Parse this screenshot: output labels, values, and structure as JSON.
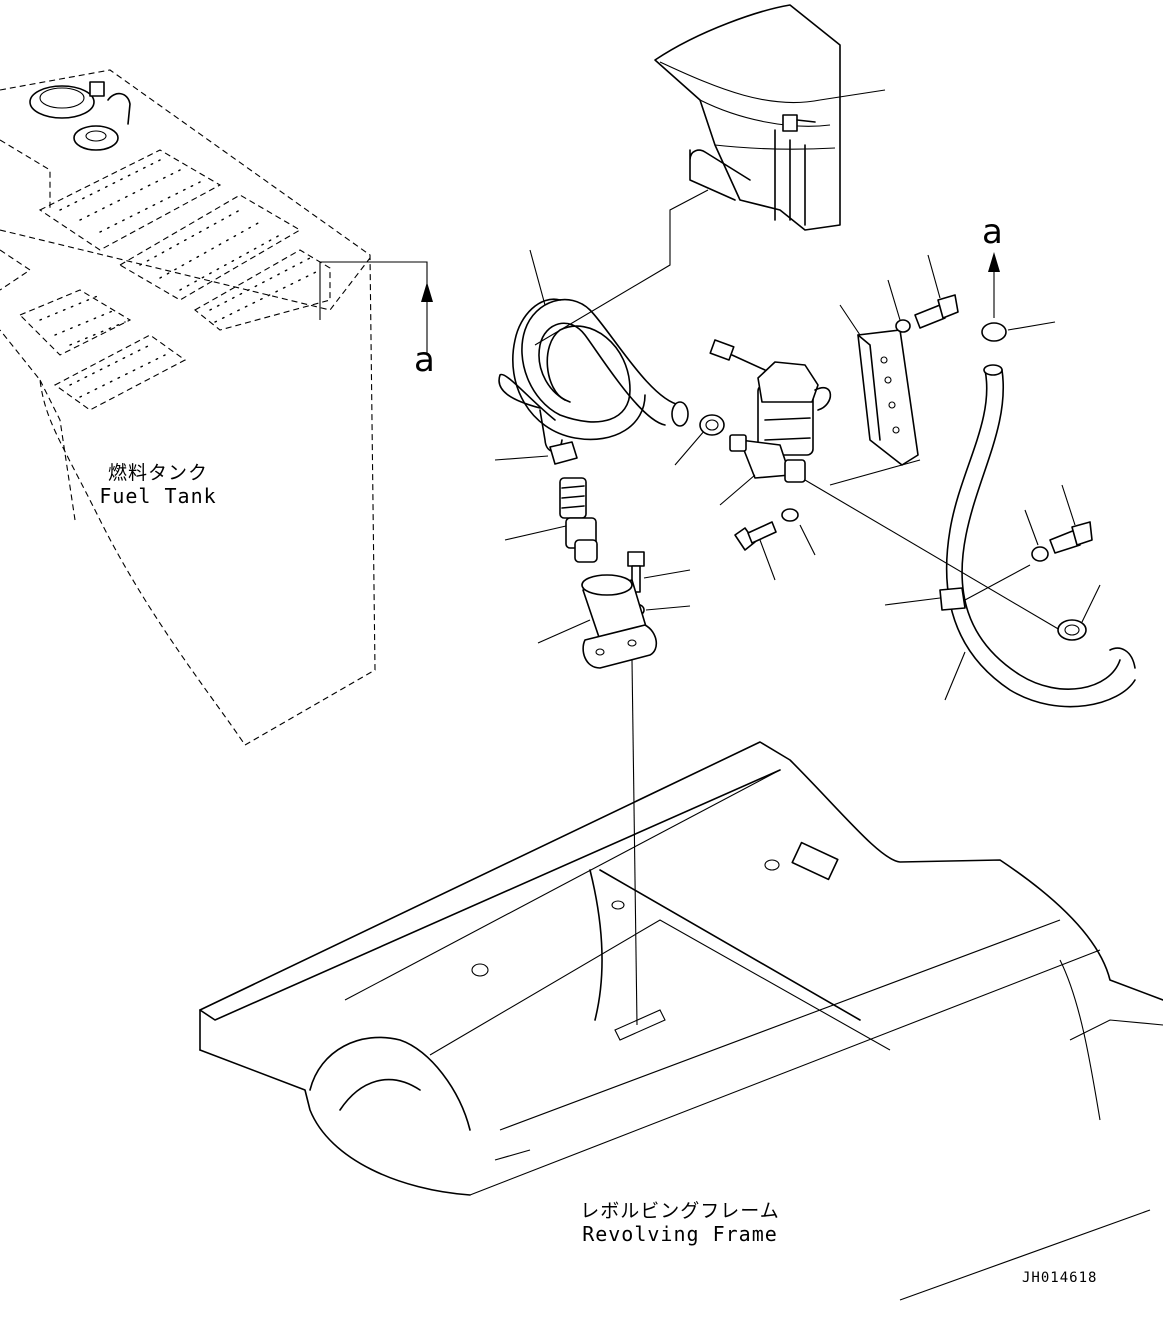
{
  "labels": {
    "fuel_tank_ja": "燃料タンク",
    "fuel_tank_en": "Fuel Tank",
    "frame_ja": "レボルビングフレーム",
    "frame_en": "Revolving Frame",
    "view_letter_left": "a",
    "view_letter_right": "a",
    "drawing_id": "JH014618"
  }
}
